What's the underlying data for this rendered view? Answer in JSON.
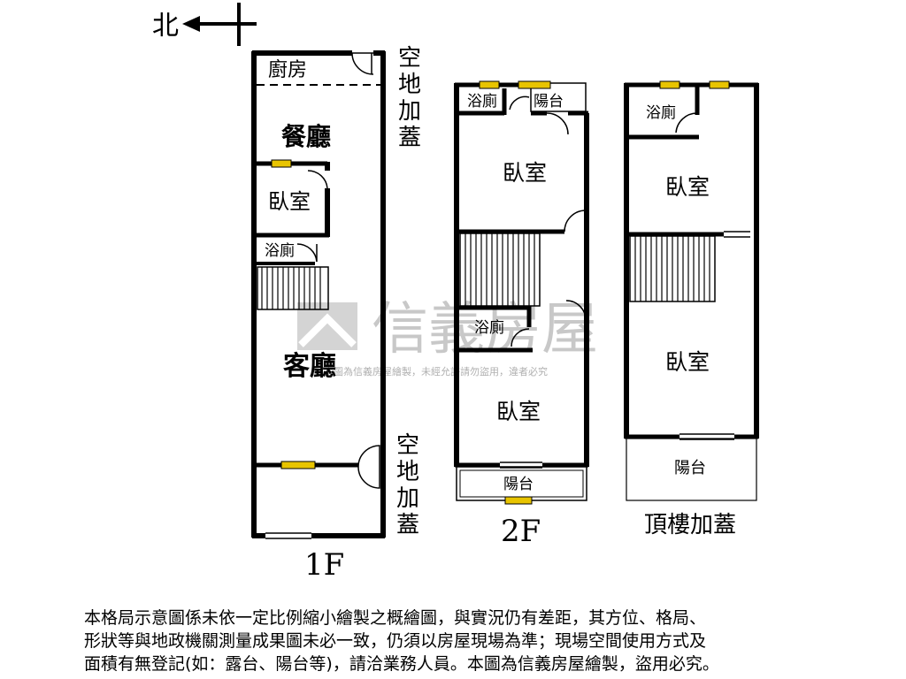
{
  "compass": {
    "north_label": "北"
  },
  "watermark": {
    "brand": "信義房屋",
    "notice": "本圖為信義房屋繪製，未經允許請勿盜用，違者必究"
  },
  "floor1": {
    "title": "1F",
    "kitchen": "廚房",
    "dining": "餐廳",
    "bedroom": "臥室",
    "bath": "浴廁",
    "living": "客廳",
    "annex_top": [
      "空",
      "地",
      "加",
      "蓋"
    ],
    "annex_bottom": [
      "空",
      "地",
      "加",
      "蓋"
    ]
  },
  "floor2": {
    "title": "2F",
    "bath_top": "浴廁",
    "balcony_top": "陽台",
    "bedroom_top": "臥室",
    "bath_mid": "浴廁",
    "bedroom_bottom": "臥室",
    "balcony_bottom": "陽台"
  },
  "roof": {
    "title": "頂樓加蓋",
    "bath": "浴廁",
    "bedroom_top": "臥室",
    "bedroom_bottom": "臥室",
    "balcony": "陽台"
  },
  "disclaimer": [
    "本格局示意圖係未依一定比例縮小繪製之概繪圖，與實況仍有差距，其方位、格局、",
    "形狀等與地政機關測量成果圖未必一致，仍須以房屋現場為準；現場空間使用方式及",
    "面積有無登記(如：露台、陽台等)，請洽業務人員。本圖為信義房屋繪製，盜用必究。"
  ],
  "colors": {
    "wall": "#000000",
    "window": "#e8c400",
    "watermark": "#c8c8c8"
  }
}
